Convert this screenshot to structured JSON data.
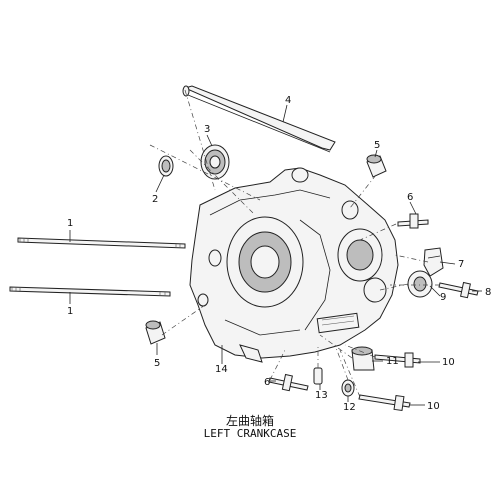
{
  "caption": {
    "chinese": "左曲轴箱",
    "english": "LEFT CRANKCASE"
  },
  "callouts": [
    "1",
    "1",
    "2",
    "3",
    "4",
    "5",
    "5",
    "6",
    "6",
    "7",
    "8",
    "9",
    "10",
    "10",
    "11",
    "12",
    "13",
    "14"
  ]
}
